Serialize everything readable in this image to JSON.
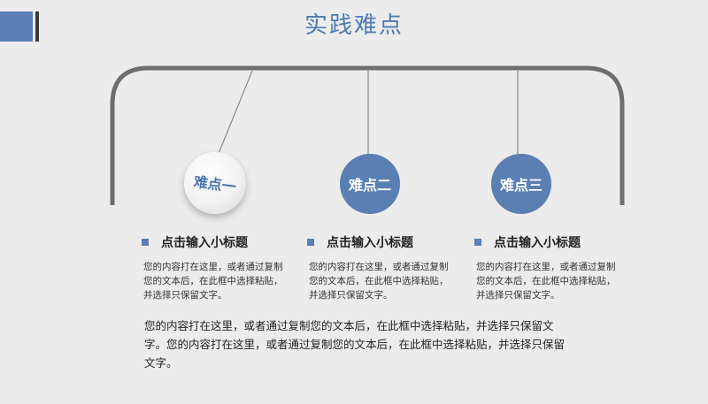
{
  "title": "实践难点",
  "points": [
    {
      "label": "难点一",
      "heading": "点击输入小标题",
      "text": "您的内容打在这里，或者通过复制您的文本后，在此框中选择粘贴，并选择只保留文字。"
    },
    {
      "label": "难点二",
      "heading": "点击输入小标题",
      "text": "您的内容打在这里，或者通过复制您的文本后，在此框中选择粘贴，并选择只保留文字。"
    },
    {
      "label": "难点三",
      "heading": "点击输入小标题",
      "text": "您的内容打在这里，或者通过复制您的文本后，在此框中选择粘贴，并选择只保留文字。"
    }
  ],
  "footer_text": "您的内容打在这里，或者通过复制您的文本后，在此框中选择粘贴，并选择只保留文字。您的内容打在这里，或者通过复制您的文本后，在此框中选择粘贴，并选择只保留文字。",
  "colors": {
    "accent": "#5a7fb3",
    "title": "#4f7ab2",
    "frame": "#6e6e6e",
    "background": "#ececec"
  }
}
